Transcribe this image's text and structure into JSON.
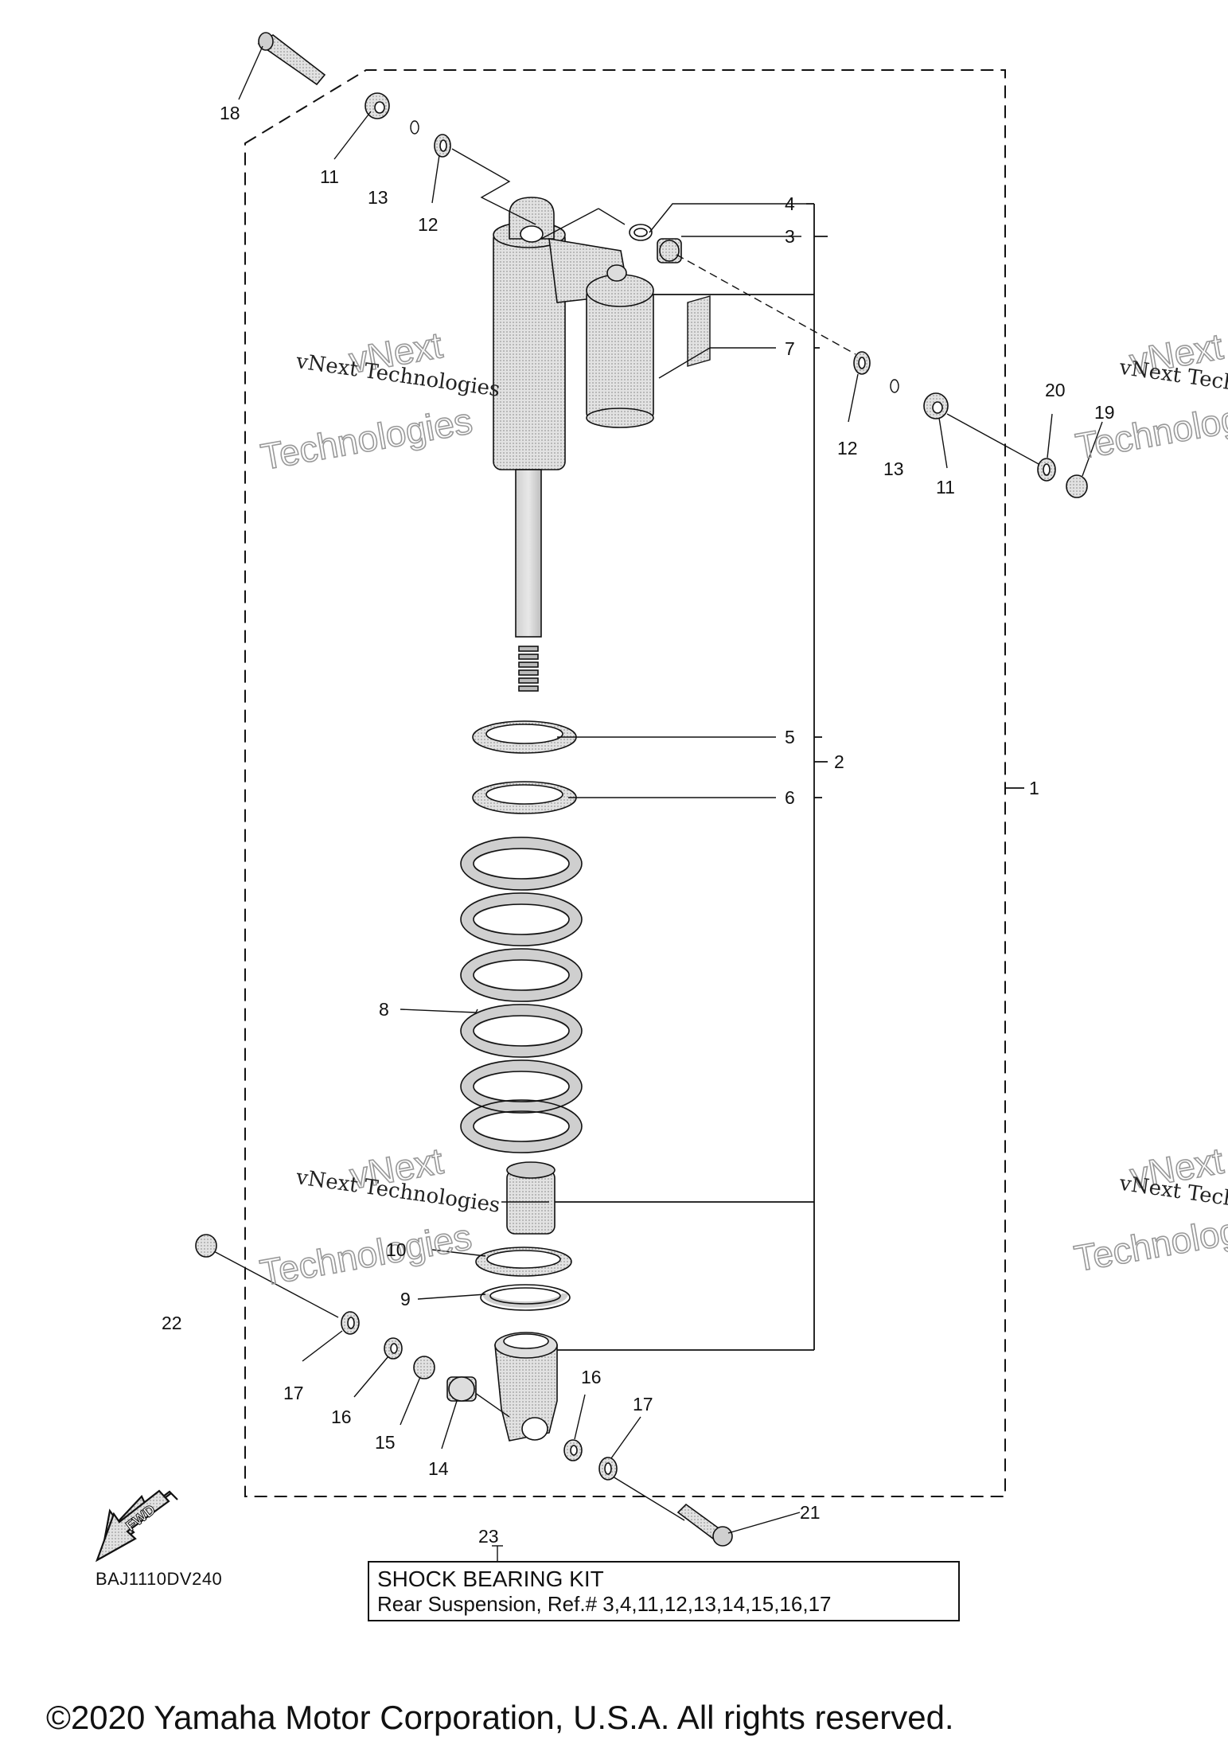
{
  "diagram": {
    "callouts": {
      "c1": "1",
      "c2": "2",
      "c3": "3",
      "c4": "4",
      "c5": "5",
      "c6": "6",
      "c7": "7",
      "c8": "8",
      "c9": "9",
      "c10": "10",
      "c11a": "11",
      "c11b": "11",
      "c12a": "12",
      "c12b": "12",
      "c13a": "13",
      "c13b": "13",
      "c14": "14",
      "c15": "15",
      "c16a": "16",
      "c16b": "16",
      "c17a": "17",
      "c17b": "17",
      "c18": "18",
      "c19": "19",
      "c20": "20",
      "c21": "21",
      "c22": "22",
      "c23": "23"
    },
    "fwd_label": "FWD",
    "diagram_code": "BAJ1110DV240",
    "kit": {
      "title": "SHOCK BEARING KIT",
      "description": "Rear Suspension, Ref.# 3,4,11,12,13,14,15,16,17"
    },
    "watermark": {
      "line1": "vNext Technologies",
      "line2a": "vNext",
      "line2b": "Technologies"
    }
  },
  "footer": {
    "copyright": "©2020 Yamaha Motor Corporation, U.S.A. All rights reserved."
  },
  "colors": {
    "ink": "#111111",
    "part_fill": "#d8d8d8",
    "watermark": "#999999"
  }
}
